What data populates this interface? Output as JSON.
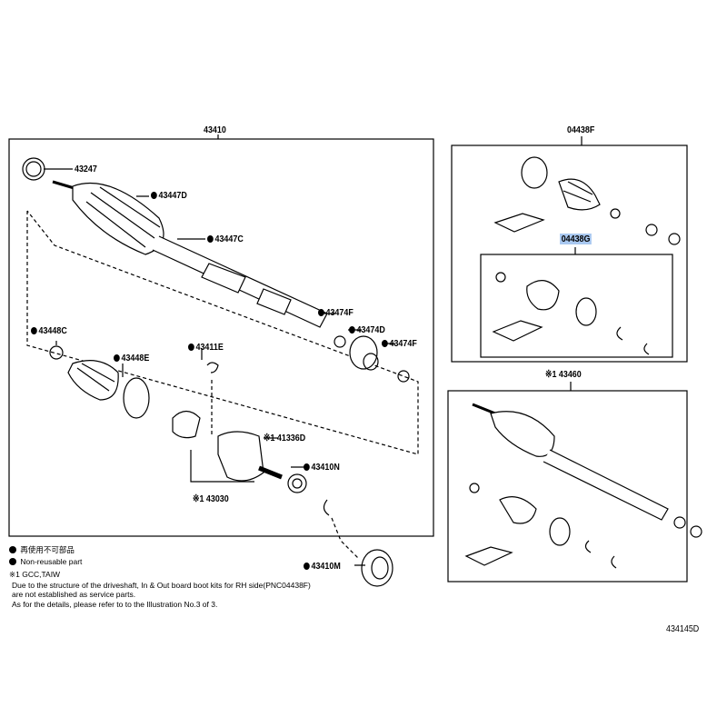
{
  "labels": {
    "main_assembly": "43410",
    "p43247": "43247",
    "p43447D": "43447D",
    "p43447C": "43447C",
    "p43474F_a": "43474F",
    "p43474D": "43474D",
    "p43474F_b": "43474F",
    "p43448C": "43448C",
    "p43448E": "43448E",
    "p43411E": "43411E",
    "p41336D": "※1 41336D",
    "p43410N": "43410N",
    "p43030": "※1 43030",
    "p43410M": "43410M",
    "kit_04438F": "04438F",
    "kit_04438G": "04438G",
    "p43460": "※1 43460",
    "illustration_id": "434145D"
  },
  "legend": {
    "jp": "再使用不可部品",
    "en": "Non-reusable part",
    "footnote_mark": "※1 GCC,TAIW",
    "line1": "Due to the structure of the driveshaft, In & Out board  boot kits for RH side(PNC04438F)",
    "line2": "are not established as service parts.",
    "line3": "As for the details, please refer to to the Illustration No.3 of 3."
  },
  "colors": {
    "highlight": "#a9c8f0"
  }
}
